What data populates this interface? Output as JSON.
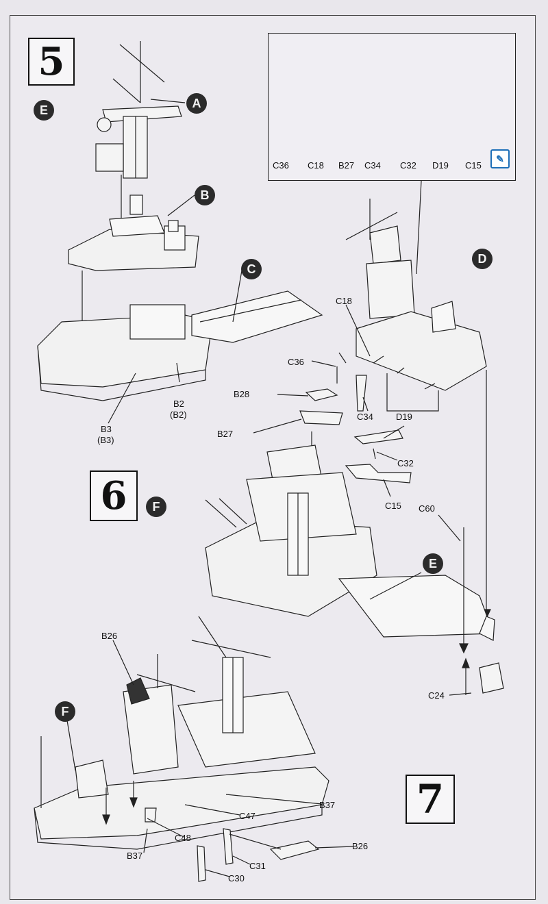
{
  "steps": {
    "s5": "5",
    "s6": "6",
    "s7": "7"
  },
  "callouts": {
    "A": "A",
    "B": "B",
    "C": "C",
    "D": "D",
    "E_top": "E",
    "E_mid": "E",
    "F_step6": "F",
    "F_step7": "F"
  },
  "inset_labels": [
    "C36",
    "C18",
    "B27",
    "C34",
    "C32",
    "D19",
    "C15"
  ],
  "parts": {
    "b2": "B2",
    "b2p": "(B2)",
    "b3": "B3",
    "b3p": "(B3)",
    "c18": "C18",
    "c36": "C36",
    "b28": "B28",
    "b27": "B27",
    "c34": "C34",
    "d19": "D19",
    "c32": "C32",
    "c15": "C15",
    "c60": "C60",
    "c24": "C24",
    "b26a": "B26",
    "b37a": "B37",
    "c47": "C47",
    "c48": "C48",
    "b37b": "B37",
    "b26b": "B26",
    "c31": "C31",
    "c30": "C30"
  },
  "icons": {
    "paint": "paint-brush-icon"
  },
  "colors": {
    "ink": "#1a1a1a",
    "paper": "#eceaef",
    "highlight": "#2e86c1"
  }
}
